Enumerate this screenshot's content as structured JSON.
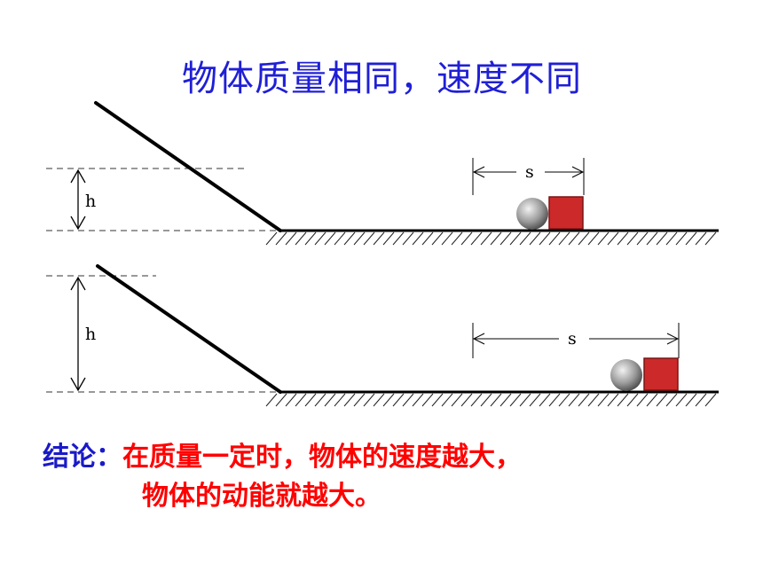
{
  "title": "物体质量相同，速度不同",
  "diagram": {
    "top": {
      "h_label": "h",
      "s_label": "s"
    },
    "bottom": {
      "h_label": "h",
      "s_label": "s"
    }
  },
  "conclusion": {
    "label": "结论：",
    "line1": "在质量一定时，物体的速度越大，",
    "line2": "物体的动能就越大。"
  },
  "colors": {
    "title": "#1f1fd6",
    "conclusion_label": "#1a1ac8",
    "conclusion_text": "#ff0000",
    "block_fill": "#cc2a2a",
    "block_stroke": "#7a1414",
    "ball_dark": "#3a3a3a",
    "ball_light": "#f2f2f2"
  }
}
